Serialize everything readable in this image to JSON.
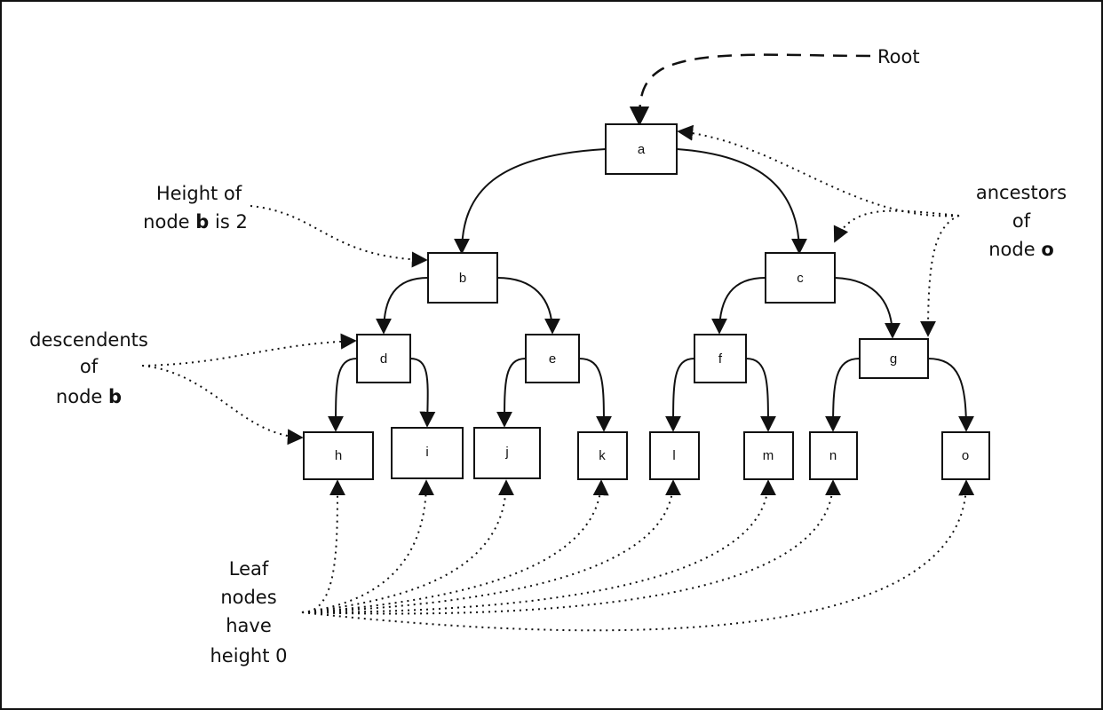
{
  "diagram": {
    "nodes": [
      "a",
      "b",
      "c",
      "d",
      "e",
      "f",
      "g",
      "h",
      "i",
      "j",
      "k",
      "l",
      "m",
      "n",
      "o"
    ],
    "edges": [
      [
        "a",
        "b"
      ],
      [
        "a",
        "c"
      ],
      [
        "b",
        "d"
      ],
      [
        "b",
        "e"
      ],
      [
        "c",
        "f"
      ],
      [
        "c",
        "g"
      ],
      [
        "d",
        "h"
      ],
      [
        "d",
        "i"
      ],
      [
        "e",
        "j"
      ],
      [
        "e",
        "k"
      ],
      [
        "f",
        "l"
      ],
      [
        "f",
        "m"
      ],
      [
        "g",
        "n"
      ],
      [
        "g",
        "o"
      ]
    ],
    "annotations": {
      "root": "Root",
      "height_b": {
        "line1": "Height of",
        "line2_pre": "node ",
        "line2_bold": "b",
        "line2_post": " is 2"
      },
      "ancestors": {
        "line1": "ancestors",
        "line2": "of",
        "line3_pre": "node ",
        "line3_bold": "o"
      },
      "descendents": {
        "line1": "descendents",
        "line2": "of",
        "line3_pre": "node ",
        "line3_bold": "b"
      },
      "leaf": {
        "line1": "Leaf",
        "line2": "nodes",
        "line3": "have",
        "line4": "height 0"
      }
    },
    "colors": {
      "stroke": "#111111",
      "background": "#ffffff"
    }
  }
}
